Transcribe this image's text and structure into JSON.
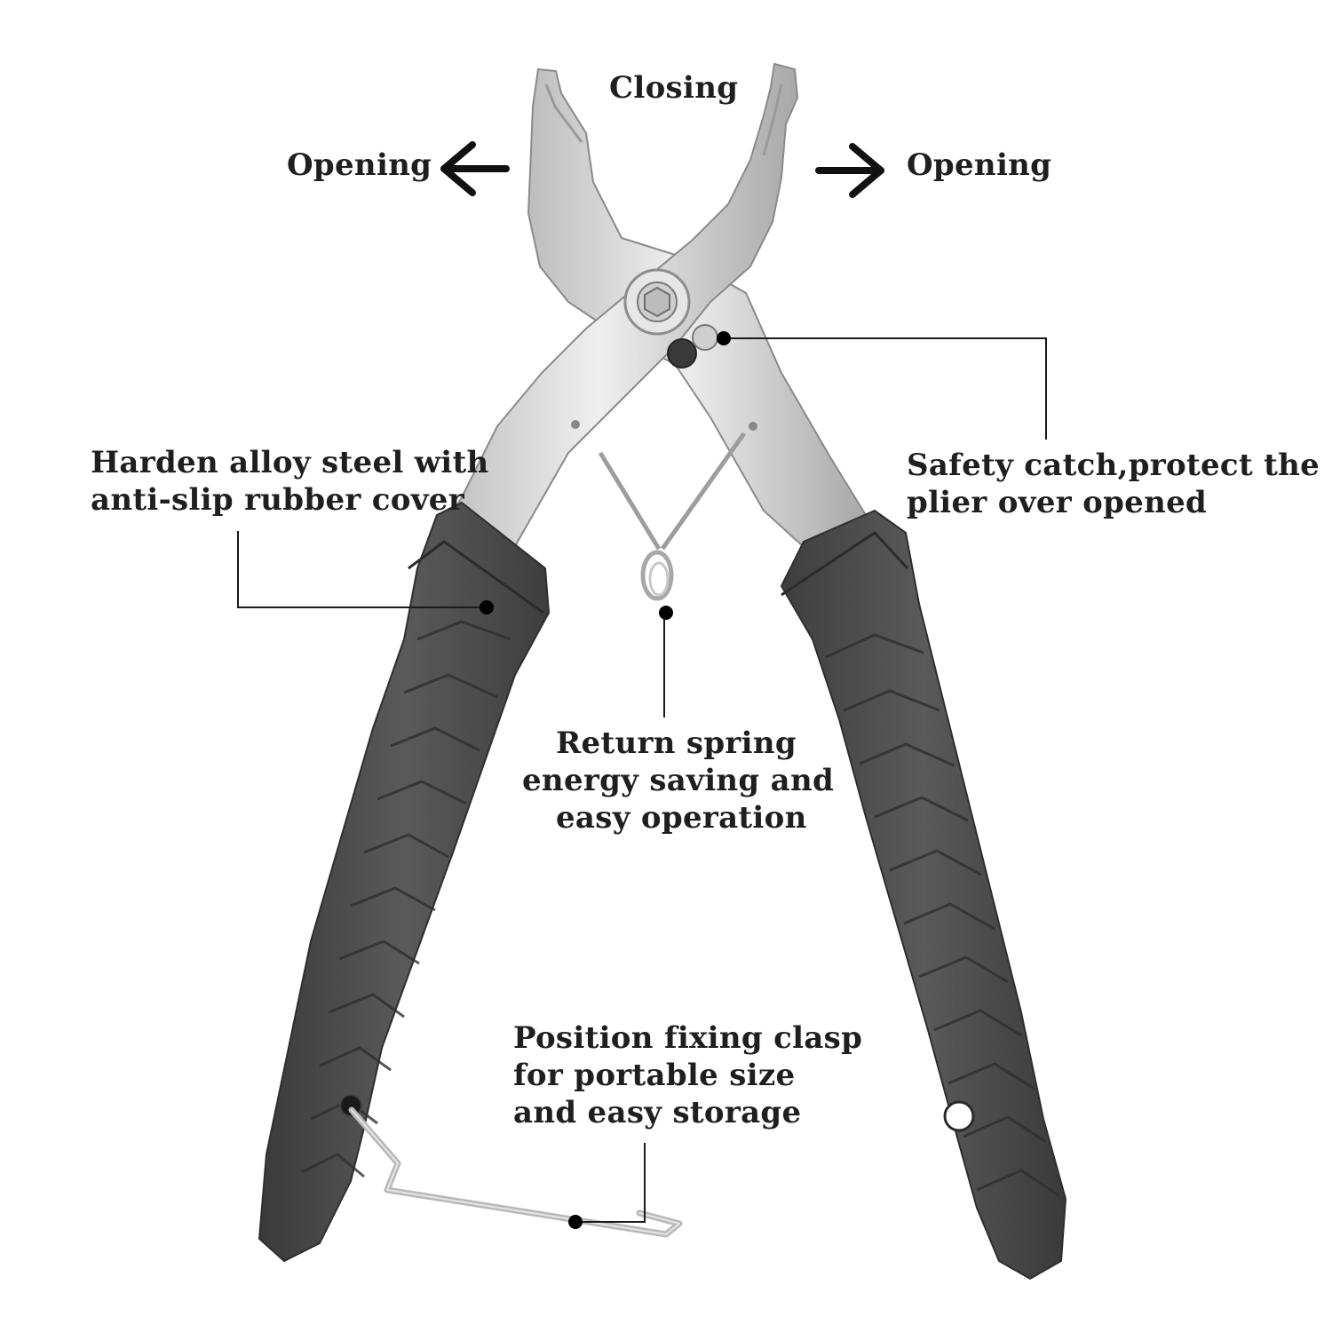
{
  "labels": {
    "closing": "Closing",
    "opening_left": "Opening",
    "opening_right": "Opening",
    "harden": [
      "Harden alloy steel with",
      "anti-slip rubber cover"
    ],
    "safety": [
      "Safety catch,protect the",
      "plier over opened"
    ],
    "spring": [
      "Return spring",
      "energy saving and",
      "easy operation"
    ],
    "clasp": [
      "Position fixing clasp",
      "for portable size",
      "and easy storage"
    ]
  },
  "colors": {
    "background": "#ffffff",
    "steel": "#d8d8d8",
    "steel_dark": "#a9a9a9",
    "rubber": "#505050",
    "rubber_dark": "#383838",
    "text": "#1f1f1f"
  },
  "icons": [
    "arrow-left-icon",
    "arrow-right-icon",
    "callout-dot-icon"
  ]
}
